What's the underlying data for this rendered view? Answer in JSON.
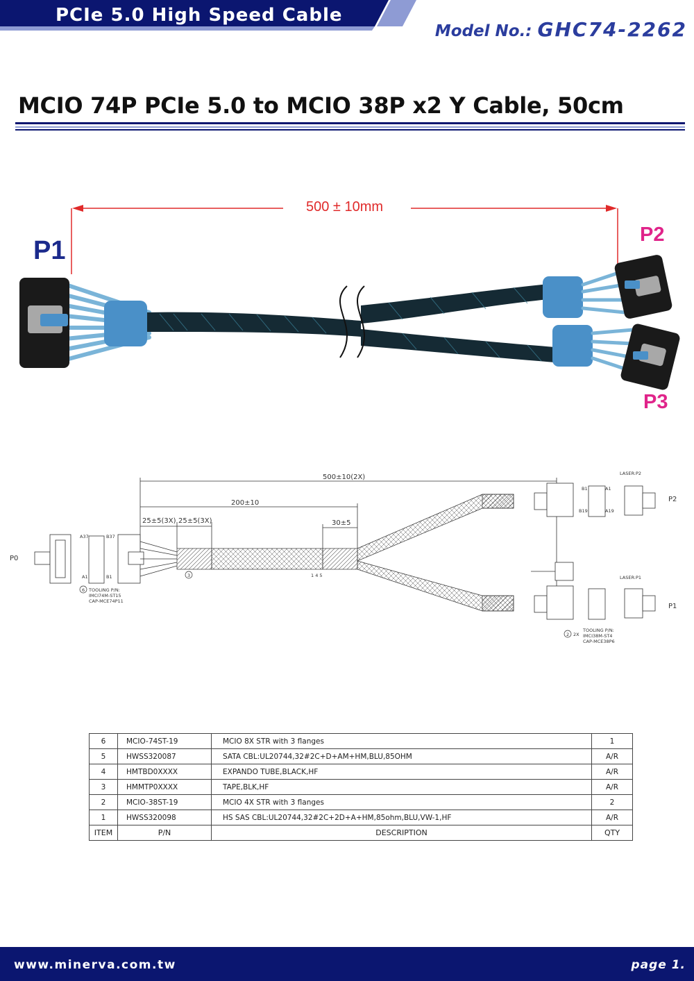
{
  "header": {
    "title": "PCIe 5.0 High Speed Cable",
    "model_label": "Model No.: ",
    "model_number": "GHC74-2262",
    "band_color": "#0b1670",
    "accent_color": "#2b3d9e"
  },
  "main_title": "MCIO 74P PCIe 5.0 to MCIO 38P x2 Y Cable, 50cm",
  "photo": {
    "length_label": "500 ± 10mm",
    "port_labels": {
      "p1": "P1",
      "p2": "P2",
      "p3": "P3"
    },
    "label_colors": {
      "p1": "#1b2a8c",
      "p2": "#e0248a",
      "dimension": "#e02a2a"
    }
  },
  "drawing": {
    "dim_total": "500±10(2X)",
    "dim_200": "200±10",
    "dim_25a": "25±5(3X)",
    "dim_25b": "25±5(3X)",
    "dim_30": "30±5",
    "port_p0": "P0",
    "port_p2": "P2",
    "port_p1": "P1",
    "laser_p2": "LASER:P2",
    "laser_p1": "LASER:P1",
    "callout_3": "3",
    "callout_145": "1 4 5",
    "callout_6": "6",
    "callout_2": "2",
    "callout_2x": "2X",
    "tooling_left": [
      "TOOLING P/N:",
      "IMCI74M-ST15",
      "CAP-MCE74P11"
    ],
    "tooling_right": [
      "TOOLING P/N:",
      "IMCI38M-ST4",
      "CAP-MCE38P6"
    ],
    "pin_labels": {
      "a37": "A37",
      "b37": "B37",
      "a1": "A1",
      "b1": "B1",
      "a19": "A19",
      "b19": "B19",
      "pa1": "A1",
      "pb1": "B1"
    }
  },
  "bom": {
    "rows": [
      {
        "item": "6",
        "pn": "MCIO-74ST-19",
        "desc": "MCIO 8X STR with 3 flanges",
        "qty": "1"
      },
      {
        "item": "5",
        "pn": "HWSS320087",
        "desc": "SATA CBL:UL20744,32#2C+D+AM+HM,BLU,85OHM",
        "qty": "A/R"
      },
      {
        "item": "4",
        "pn": "HMTBD0XXXX",
        "desc": "EXPANDO TUBE,BLACK,HF",
        "qty": "A/R"
      },
      {
        "item": "3",
        "pn": "HMMTP0XXXX",
        "desc": "TAPE,BLK,HF",
        "qty": "A/R"
      },
      {
        "item": "2",
        "pn": "MCIO-38ST-19",
        "desc": "MCIO 4X STR with 3 flanges",
        "qty": "2"
      },
      {
        "item": "1",
        "pn": "HWSS320098",
        "desc": "HS SAS CBL:UL20744,32#2C+2D+A+HM,85ohm,BLU,VW-1,HF",
        "qty": "A/R"
      }
    ],
    "header": {
      "item": "ITEM",
      "pn": "P/N",
      "desc": "DESCRIPTION",
      "qty": "QTY"
    }
  },
  "footer": {
    "url": "www.minerva.com.tw",
    "page": "page 1."
  }
}
